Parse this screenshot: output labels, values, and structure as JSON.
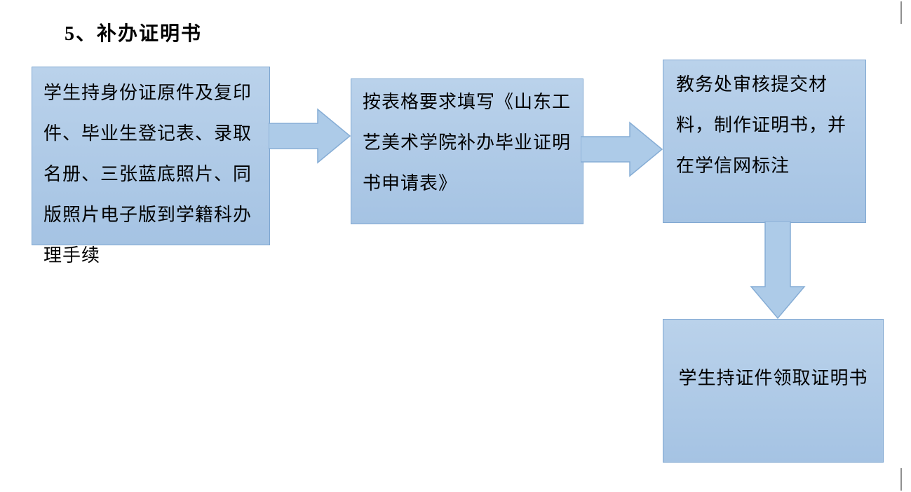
{
  "page": {
    "title": "5、补办证明书"
  },
  "flow": {
    "boxes": [
      {
        "name": "submit-materials",
        "text": "学生持身份证原件及复印件、毕业生登记表、录取名册、三张蓝底照片、同版照片电子版到学籍科办理手续"
      },
      {
        "name": "fill-application-form",
        "text": "按表格要求填写《山东工艺美术学院补办毕业证明书申请表》"
      },
      {
        "name": "review-and-issue",
        "text": "教务处审核提交材料，制作证明书，并在学信网标注"
      },
      {
        "name": "collect-certificate",
        "text": "学生持证件领取证明书"
      }
    ],
    "arrows": [
      {
        "name": "arrow-right-1",
        "direction": "right"
      },
      {
        "name": "arrow-right-2",
        "direction": "right"
      },
      {
        "name": "arrow-down-1",
        "direction": "down"
      }
    ],
    "colors": {
      "box_fill_top": "#bad2eb",
      "box_fill_bottom": "#a5c3e3",
      "box_border": "#7fa7d1",
      "arrow_fill": "#adcbe8",
      "arrow_border": "#86add5",
      "text": "#000000",
      "background": "#ffffff"
    }
  }
}
